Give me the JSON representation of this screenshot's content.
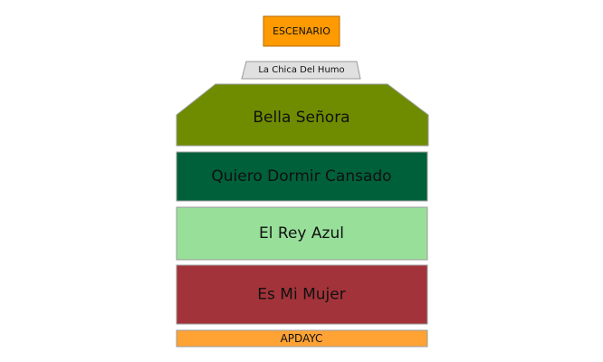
{
  "stage": {
    "label": "ESCENARIO",
    "color": "#ff9a00"
  },
  "sections": [
    {
      "label": "La Chica Del Humo",
      "color": "#e0e0e0"
    },
    {
      "label": "Bella Señora",
      "color": "#6f8c00"
    },
    {
      "label": "Quiero Dormir Cansado",
      "color": "#00603a"
    },
    {
      "label": "El Rey Azul",
      "color": "#98e09a"
    },
    {
      "label": "Es Mi Mujer",
      "color": "#a3333a"
    },
    {
      "label": "APDAYC",
      "color": "#ffa335"
    }
  ]
}
